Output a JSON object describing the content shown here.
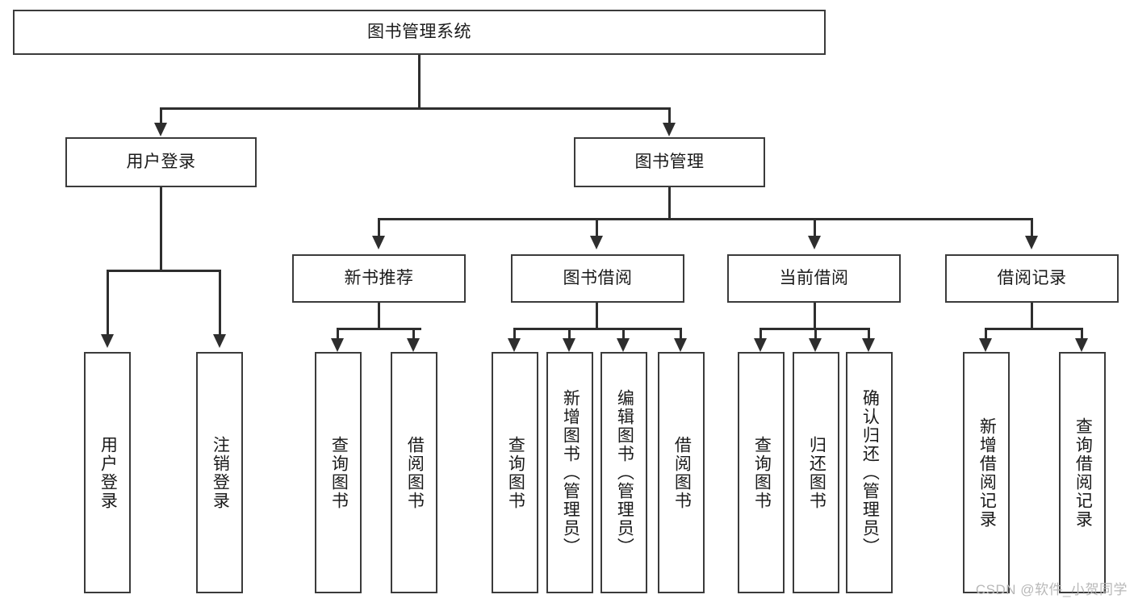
{
  "diagram": {
    "title": "图书管理系统",
    "type": "tree-hierarchy-diagram",
    "colors": {
      "stroke": "#3b3b3b",
      "connector": "#2e2e2e",
      "background": "#ffffff",
      "text": "#1a1a1a",
      "watermark": "#b8b8b8"
    },
    "root": {
      "label": "图书管理系统"
    },
    "level2": [
      {
        "label": "用户登录"
      },
      {
        "label": "图书管理"
      }
    ],
    "level3": [
      {
        "label": "新书推荐"
      },
      {
        "label": "图书借阅"
      },
      {
        "label": "当前借阅"
      },
      {
        "label": "借阅记录"
      }
    ],
    "leaves": {
      "user_login": [
        {
          "label": "用户登录"
        },
        {
          "label": "注销登录"
        }
      ],
      "new_book_recommend": [
        {
          "label": "查询图书"
        },
        {
          "label": "借阅图书"
        }
      ],
      "book_borrow": [
        {
          "label": "查询图书"
        },
        {
          "label": "新增图书（管理员）"
        },
        {
          "label": "编辑图书（管理员）"
        },
        {
          "label": "借阅图书"
        }
      ],
      "current_borrow": [
        {
          "label": "查询图书"
        },
        {
          "label": "归还图书"
        },
        {
          "label": "确认归还（管理员）"
        }
      ],
      "borrow_record": [
        {
          "label": "新增借阅记录"
        },
        {
          "label": "查询借阅记录"
        }
      ]
    },
    "watermark": "CSDN @软件_小贺同学"
  }
}
